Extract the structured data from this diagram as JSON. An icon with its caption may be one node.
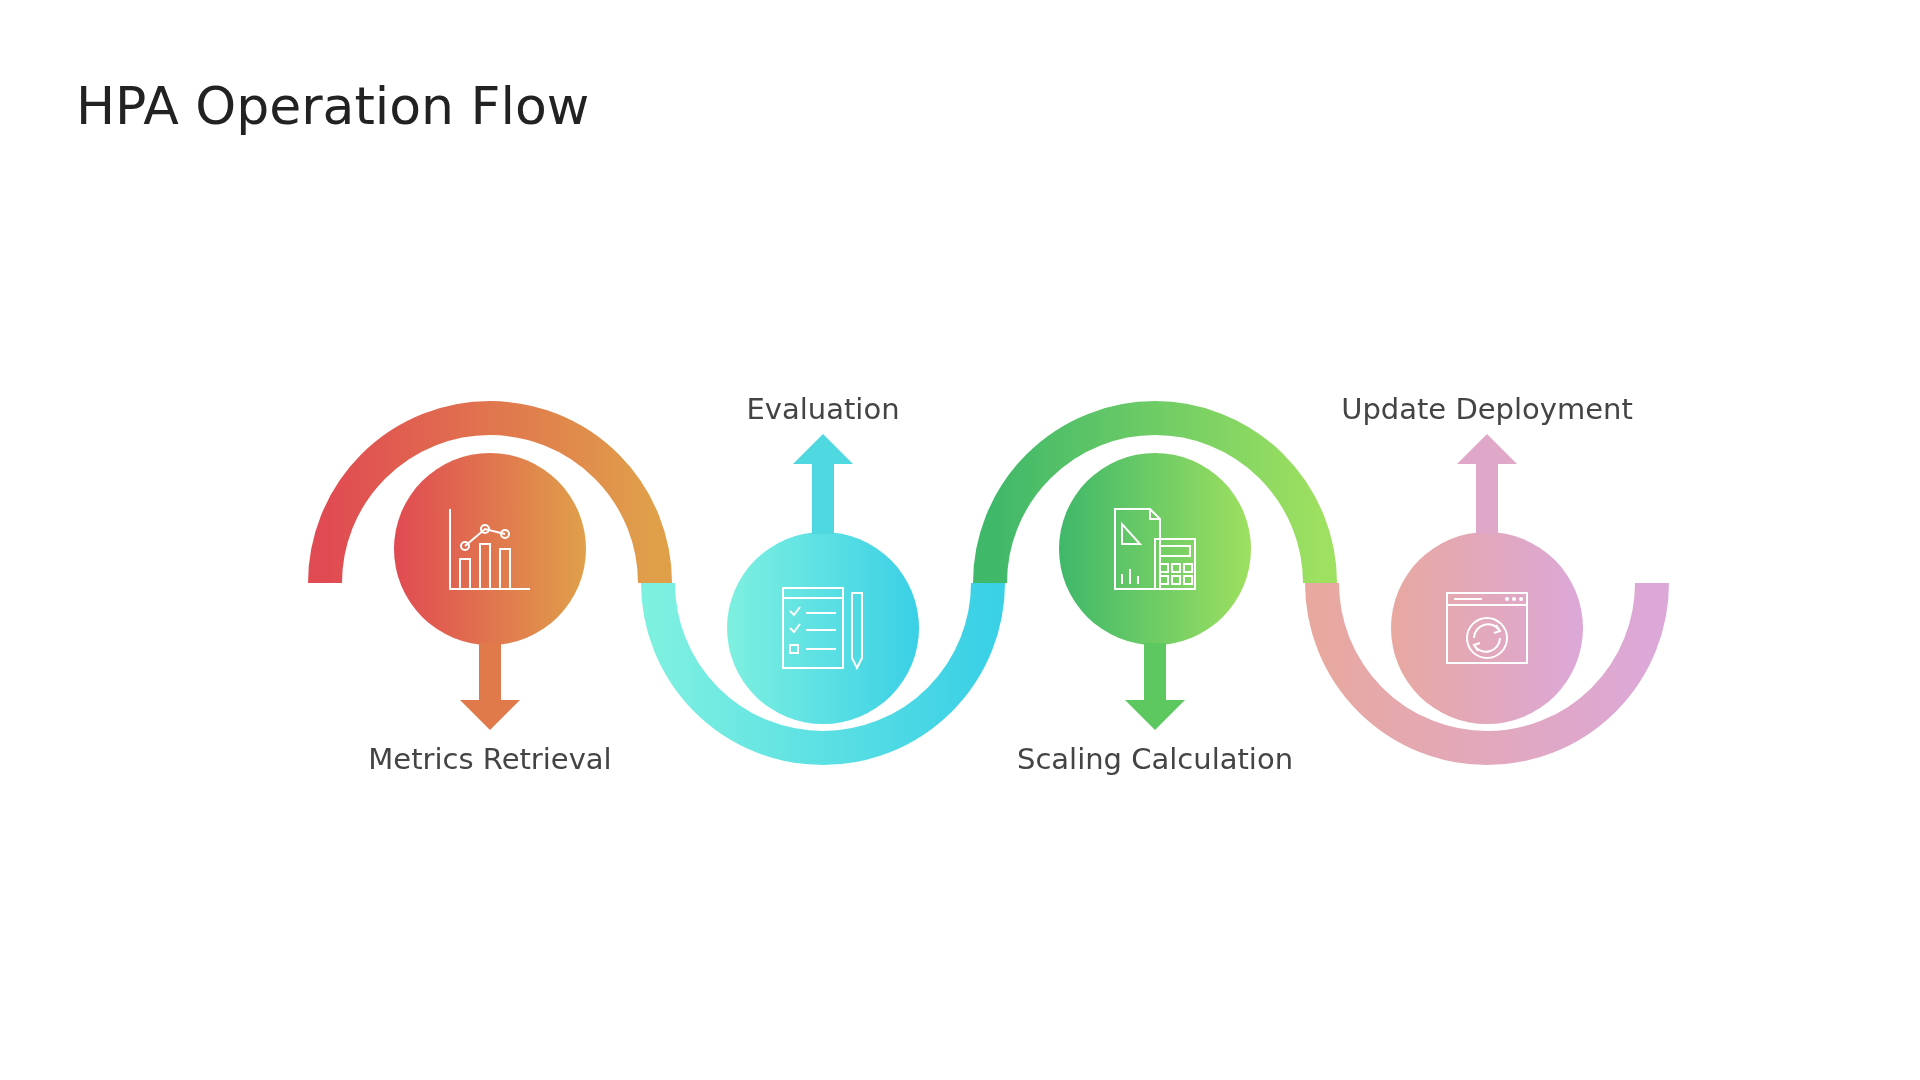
{
  "diagram": {
    "title": "HPA Operation Flow",
    "nodes": [
      {
        "text": [],
        "shape": "circle"
      },
      {
        "text": [
          "Metrics Retrieval"
        ]
      },
      {
        "text": [],
        "shape": "circle"
      },
      {
        "text": [
          "Evaluation"
        ]
      },
      {
        "text": [],
        "shape": "circle"
      },
      {
        "text": [
          "Scaling Calculation"
        ]
      },
      {
        "text": [],
        "shape": "circle"
      },
      {
        "text": [
          "Update Deployment"
        ]
      }
    ],
    "edges": [
      {
        "from": 0,
        "to": 1,
        "arrow": "to",
        "color": "#e07a4a"
      },
      {
        "from": 2,
        "to": 3,
        "arrow": "to",
        "color": "#4fd8e0"
      },
      {
        "from": 4,
        "to": 5,
        "arrow": "to",
        "color": "#5ec860"
      },
      {
        "from": 6,
        "to": 7,
        "arrow": "to",
        "color": "#e0a8c8"
      }
    ]
  }
}
